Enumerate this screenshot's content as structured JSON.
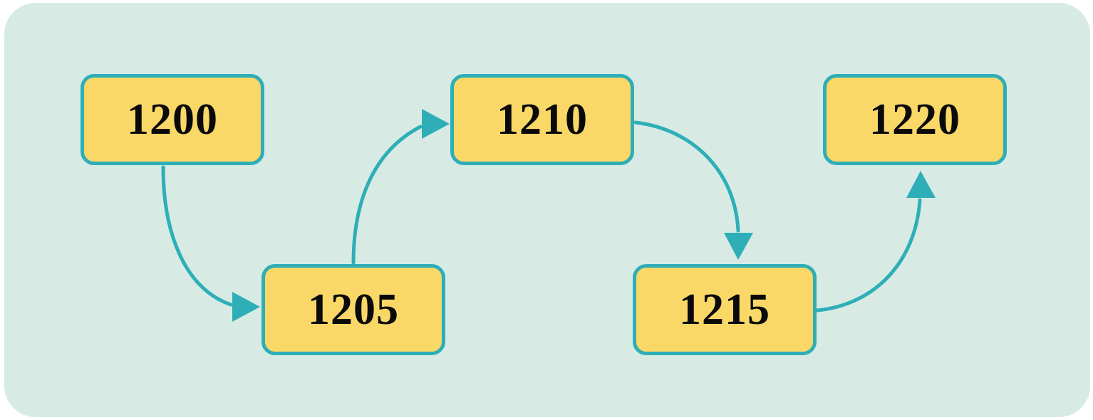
{
  "diagram": {
    "type": "flow-sequence",
    "description": "Zigzag flowchart of five numbered nodes connected by curved arrows",
    "nodes": [
      {
        "id": "1200",
        "label": "1200",
        "row": "top"
      },
      {
        "id": "1205",
        "label": "1205",
        "row": "bottom"
      },
      {
        "id": "1210",
        "label": "1210",
        "row": "top"
      },
      {
        "id": "1215",
        "label": "1215",
        "row": "bottom"
      },
      {
        "id": "1220",
        "label": "1220",
        "row": "top"
      }
    ],
    "edges": [
      {
        "from": "1200",
        "to": "1205",
        "exit": "bottom",
        "enter": "left",
        "head_direction": "right"
      },
      {
        "from": "1205",
        "to": "1210",
        "exit": "top",
        "enter": "left",
        "head_direction": "right"
      },
      {
        "from": "1210",
        "to": "1215",
        "exit": "right",
        "enter": "top",
        "head_direction": "down"
      },
      {
        "from": "1215",
        "to": "1220",
        "exit": "right",
        "enter": "bottom",
        "head_direction": "up"
      }
    ],
    "colors": {
      "background": "#ffffff",
      "panel": "#d7ebe4",
      "node_fill": "#f9d867",
      "node_border": "#2eaeb7",
      "arrow": "#2eaeb7",
      "text": "#0a0a0a"
    }
  }
}
